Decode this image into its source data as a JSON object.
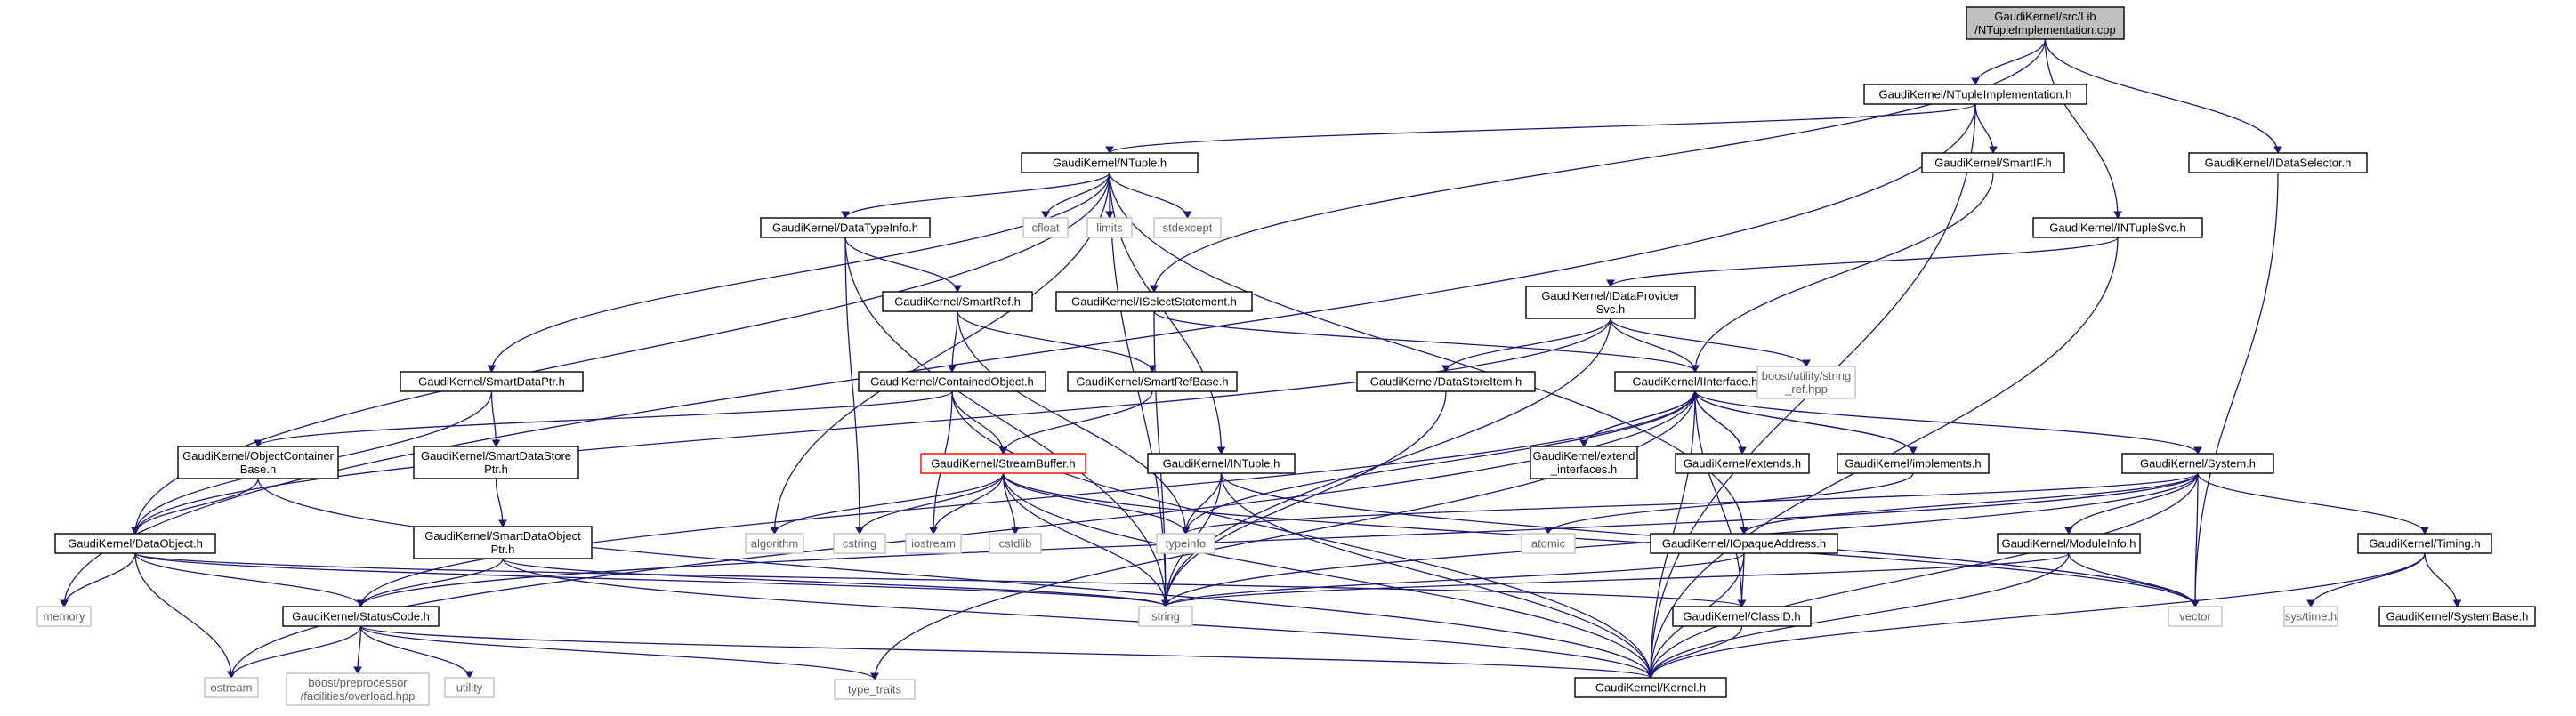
{
  "nodes": [
    {
      "id": "root",
      "lines": [
        "GaudiKernel/src/Lib",
        "/NTupleImplementation.cpp"
      ],
      "kind": "root"
    },
    {
      "id": "ntimpl_h",
      "lines": [
        "GaudiKernel/NTupleImplementation.h"
      ]
    },
    {
      "id": "ntuple_h",
      "lines": [
        "GaudiKernel/NTuple.h"
      ]
    },
    {
      "id": "smartif",
      "lines": [
        "GaudiKernel/SmartIF.h"
      ]
    },
    {
      "id": "idatasel",
      "lines": [
        "GaudiKernel/IDataSelector.h"
      ]
    },
    {
      "id": "intuplesvc",
      "lines": [
        "GaudiKernel/INTupleSvc.h"
      ]
    },
    {
      "id": "datatypeinfo",
      "lines": [
        "GaudiKernel/DataTypeInfo.h"
      ]
    },
    {
      "id": "cfloat",
      "lines": [
        "cfloat"
      ],
      "kind": "ext"
    },
    {
      "id": "limits",
      "lines": [
        "limits"
      ],
      "kind": "ext"
    },
    {
      "id": "stdexcept",
      "lines": [
        "stdexcept"
      ],
      "kind": "ext"
    },
    {
      "id": "smartref",
      "lines": [
        "GaudiKernel/SmartRef.h"
      ]
    },
    {
      "id": "iselect",
      "lines": [
        "GaudiKernel/ISelectStatement.h"
      ]
    },
    {
      "id": "idataprov",
      "lines": [
        "GaudiKernel/IDataProvider",
        "Svc.h"
      ]
    },
    {
      "id": "smartdataptr",
      "lines": [
        "GaudiKernel/SmartDataPtr.h"
      ]
    },
    {
      "id": "contained",
      "lines": [
        "GaudiKernel/ContainedObject.h"
      ]
    },
    {
      "id": "smartrefbase",
      "lines": [
        "GaudiKernel/SmartRefBase.h"
      ]
    },
    {
      "id": "datastoreitem",
      "lines": [
        "GaudiKernel/DataStoreItem.h"
      ]
    },
    {
      "id": "iinterface",
      "lines": [
        "GaudiKernel/IInterface.h"
      ]
    },
    {
      "id": "boostref",
      "lines": [
        "boost/utility/string",
        "_ref.hpp"
      ],
      "kind": "ext"
    },
    {
      "id": "objcontainer",
      "lines": [
        "GaudiKernel/ObjectContainer",
        "Base.h"
      ]
    },
    {
      "id": "smartdatastore",
      "lines": [
        "GaudiKernel/SmartDataStore",
        "Ptr.h"
      ]
    },
    {
      "id": "streambuffer",
      "lines": [
        "GaudiKernel/StreamBuffer.h"
      ],
      "kind": "warn"
    },
    {
      "id": "intuple",
      "lines": [
        "GaudiKernel/INTuple.h"
      ]
    },
    {
      "id": "extendiface",
      "lines": [
        "GaudiKernel/extend",
        "_interfaces.h"
      ]
    },
    {
      "id": "extends",
      "lines": [
        "GaudiKernel/extends.h"
      ]
    },
    {
      "id": "implements",
      "lines": [
        "GaudiKernel/implements.h"
      ]
    },
    {
      "id": "system",
      "lines": [
        "GaudiKernel/System.h"
      ]
    },
    {
      "id": "dataobject",
      "lines": [
        "GaudiKernel/DataObject.h"
      ]
    },
    {
      "id": "smartdataobj",
      "lines": [
        "GaudiKernel/SmartDataObject",
        "Ptr.h"
      ]
    },
    {
      "id": "algorithm",
      "lines": [
        "algorithm"
      ],
      "kind": "ext"
    },
    {
      "id": "cstring",
      "lines": [
        "cstring"
      ],
      "kind": "ext"
    },
    {
      "id": "iostream",
      "lines": [
        "iostream"
      ],
      "kind": "ext"
    },
    {
      "id": "cstdlib",
      "lines": [
        "cstdlib"
      ],
      "kind": "ext"
    },
    {
      "id": "typeinfo",
      "lines": [
        "typeinfo"
      ],
      "kind": "ext"
    },
    {
      "id": "atomic",
      "lines": [
        "atomic"
      ],
      "kind": "ext"
    },
    {
      "id": "iopaque",
      "lines": [
        "GaudiKernel/IOpaqueAddress.h"
      ]
    },
    {
      "id": "moduleinfo",
      "lines": [
        "GaudiKernel/ModuleInfo.h"
      ]
    },
    {
      "id": "timing",
      "lines": [
        "GaudiKernel/Timing.h"
      ]
    },
    {
      "id": "memory",
      "lines": [
        "memory"
      ],
      "kind": "ext"
    },
    {
      "id": "statuscode",
      "lines": [
        "GaudiKernel/StatusCode.h"
      ]
    },
    {
      "id": "string",
      "lines": [
        "string"
      ],
      "kind": "ext"
    },
    {
      "id": "classid",
      "lines": [
        "GaudiKernel/ClassID.h"
      ]
    },
    {
      "id": "vector",
      "lines": [
        "vector"
      ],
      "kind": "ext"
    },
    {
      "id": "systime",
      "lines": [
        "sys/time.h"
      ],
      "kind": "ext"
    },
    {
      "id": "systembase",
      "lines": [
        "GaudiKernel/SystemBase.h"
      ]
    },
    {
      "id": "ostream",
      "lines": [
        "ostream"
      ],
      "kind": "ext"
    },
    {
      "id": "boostpp",
      "lines": [
        "boost/preprocessor",
        "/facilities/overload.hpp"
      ],
      "kind": "ext"
    },
    {
      "id": "utility",
      "lines": [
        "utility"
      ],
      "kind": "ext"
    },
    {
      "id": "typetraits",
      "lines": [
        "type_traits"
      ],
      "kind": "ext"
    },
    {
      "id": "kernel",
      "lines": [
        "GaudiKernel/Kernel.h"
      ]
    }
  ],
  "edges": [
    [
      "root",
      "ntimpl_h"
    ],
    [
      "root",
      "iselect"
    ],
    [
      "root",
      "intuplesvc"
    ],
    [
      "root",
      "idatasel"
    ],
    [
      "ntimpl_h",
      "ntuple_h"
    ],
    [
      "ntimpl_h",
      "smartif"
    ],
    [
      "ntimpl_h",
      "memory"
    ],
    [
      "ntimpl_h",
      "kernel"
    ],
    [
      "ntuple_h",
      "datatypeinfo"
    ],
    [
      "ntuple_h",
      "cfloat"
    ],
    [
      "ntuple_h",
      "limits"
    ],
    [
      "ntuple_h",
      "stdexcept"
    ],
    [
      "ntuple_h",
      "smartdataptr"
    ],
    [
      "ntuple_h",
      "intuple"
    ],
    [
      "ntuple_h",
      "dataobject"
    ],
    [
      "ntuple_h",
      "algorithm"
    ],
    [
      "ntuple_h",
      "string"
    ],
    [
      "ntuple_h",
      "iopaque"
    ],
    [
      "smartif",
      "iinterface"
    ],
    [
      "idatasel",
      "vector"
    ],
    [
      "intuplesvc",
      "idataprov"
    ],
    [
      "intuplesvc",
      "kernel"
    ],
    [
      "datatypeinfo",
      "smartref"
    ],
    [
      "datatypeinfo",
      "cstring"
    ],
    [
      "datatypeinfo",
      "string"
    ],
    [
      "smartref",
      "contained"
    ],
    [
      "smartref",
      "smartrefbase"
    ],
    [
      "smartref",
      "typeinfo"
    ],
    [
      "iselect",
      "iinterface"
    ],
    [
      "iselect",
      "string"
    ],
    [
      "idataprov",
      "datastoreitem"
    ],
    [
      "idataprov",
      "iinterface"
    ],
    [
      "idataprov",
      "boostref"
    ],
    [
      "idataprov",
      "dataobject"
    ],
    [
      "idataprov",
      "string"
    ],
    [
      "smartdataptr",
      "smartdatastore"
    ],
    [
      "smartdataptr",
      "dataobject"
    ],
    [
      "contained",
      "streambuffer"
    ],
    [
      "contained",
      "iostream"
    ],
    [
      "contained",
      "kernel"
    ],
    [
      "contained",
      "objcontainer"
    ],
    [
      "smartrefbase",
      "streambuffer"
    ],
    [
      "datastoreitem",
      "string"
    ],
    [
      "iinterface",
      "extendiface"
    ],
    [
      "iinterface",
      "extends"
    ],
    [
      "iinterface",
      "implements"
    ],
    [
      "iinterface",
      "system"
    ],
    [
      "iinterface",
      "typeinfo"
    ],
    [
      "iinterface",
      "ostream"
    ],
    [
      "iinterface",
      "statuscode"
    ],
    [
      "iinterface",
      "classid"
    ],
    [
      "iinterface",
      "typetraits"
    ],
    [
      "iinterface",
      "kernel"
    ],
    [
      "extendiface",
      "iinterface"
    ],
    [
      "extends",
      "iinterface"
    ],
    [
      "implements",
      "iinterface"
    ],
    [
      "implements",
      "atomic"
    ],
    [
      "objcontainer",
      "dataobject"
    ],
    [
      "objcontainer",
      "kernel"
    ],
    [
      "smartdatastore",
      "smartdataobj"
    ],
    [
      "streambuffer",
      "algorithm"
    ],
    [
      "streambuffer",
      "cstring"
    ],
    [
      "streambuffer",
      "iostream"
    ],
    [
      "streambuffer",
      "cstdlib"
    ],
    [
      "streambuffer",
      "typeinfo"
    ],
    [
      "streambuffer",
      "string"
    ],
    [
      "streambuffer",
      "vector"
    ],
    [
      "streambuffer",
      "kernel"
    ],
    [
      "intuple",
      "string"
    ],
    [
      "intuple",
      "typeinfo"
    ],
    [
      "intuple",
      "kernel"
    ],
    [
      "intuple",
      "vector"
    ],
    [
      "system",
      "typeinfo"
    ],
    [
      "system",
      "string"
    ],
    [
      "system",
      "vector"
    ],
    [
      "system",
      "iopaque"
    ],
    [
      "system",
      "moduleinfo"
    ],
    [
      "system",
      "timing"
    ],
    [
      "system",
      "kernel"
    ],
    [
      "system",
      "statuscode"
    ],
    [
      "dataobject",
      "memory"
    ],
    [
      "dataobject",
      "statuscode"
    ],
    [
      "dataobject",
      "string"
    ],
    [
      "dataobject",
      "ostream"
    ],
    [
      "dataobject",
      "classid"
    ],
    [
      "smartdataobj",
      "statuscode"
    ],
    [
      "smartdataobj",
      "string"
    ],
    [
      "smartdataobj",
      "kernel"
    ],
    [
      "iopaque",
      "string"
    ],
    [
      "iopaque",
      "classid"
    ],
    [
      "iopaque",
      "kernel"
    ],
    [
      "moduleinfo",
      "string"
    ],
    [
      "moduleinfo",
      "vector"
    ],
    [
      "moduleinfo",
      "kernel"
    ],
    [
      "timing",
      "systime"
    ],
    [
      "timing",
      "systembase"
    ],
    [
      "timing",
      "kernel"
    ],
    [
      "statuscode",
      "ostream"
    ],
    [
      "statuscode",
      "boostpp"
    ],
    [
      "statuscode",
      "utility"
    ],
    [
      "statuscode",
      "typetraits"
    ],
    [
      "statuscode",
      "kernel"
    ],
    [
      "classid",
      "kernel"
    ]
  ],
  "colors": {
    "edge": "#191970",
    "node_border": "#000000",
    "external_border": "#bfbfbf",
    "root_fill": "#bfbfbf",
    "warn_border": "#ff0000"
  }
}
